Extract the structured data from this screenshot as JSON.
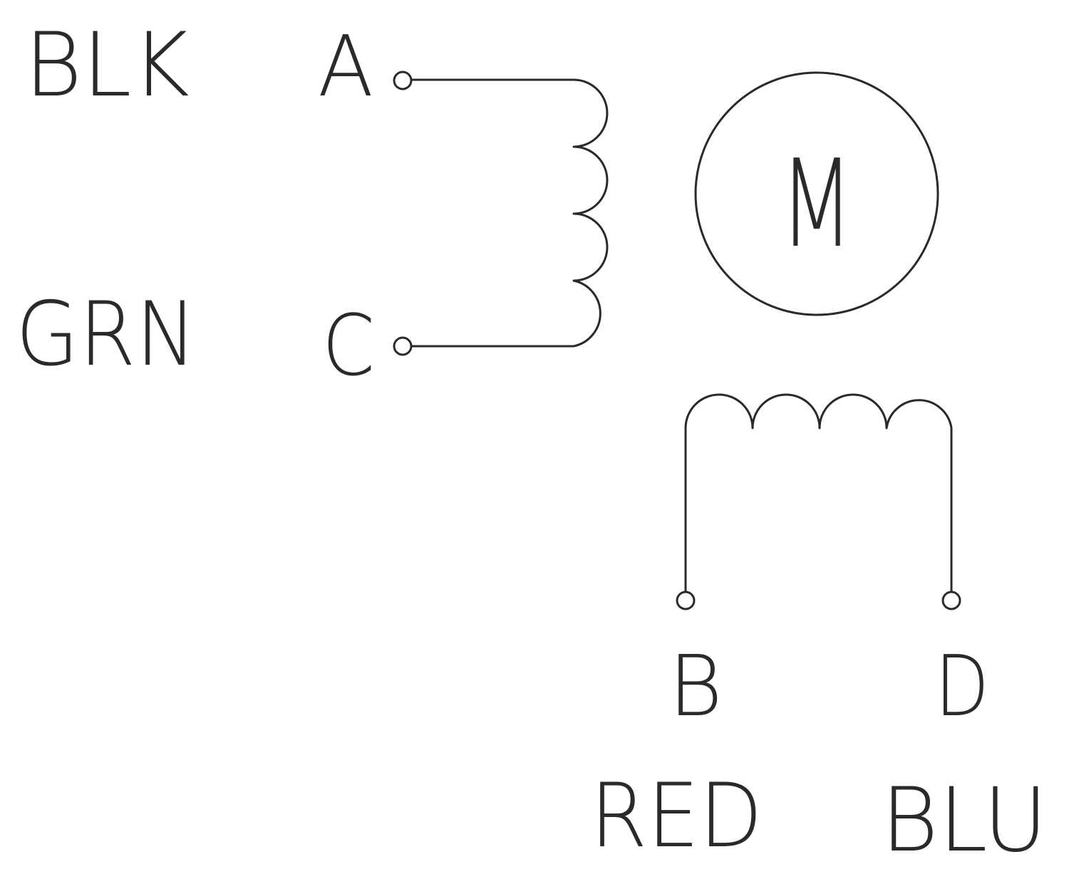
{
  "labels": {
    "wire_a": "BLK",
    "wire_c": "GRN",
    "wire_b": "RED",
    "wire_d": "BLU",
    "terminal_a": "A",
    "terminal_c": "C",
    "terminal_b": "B",
    "terminal_d": "D",
    "motor": "M"
  },
  "colors": {
    "line": "#2a2a2a",
    "background": "#ffffff"
  }
}
